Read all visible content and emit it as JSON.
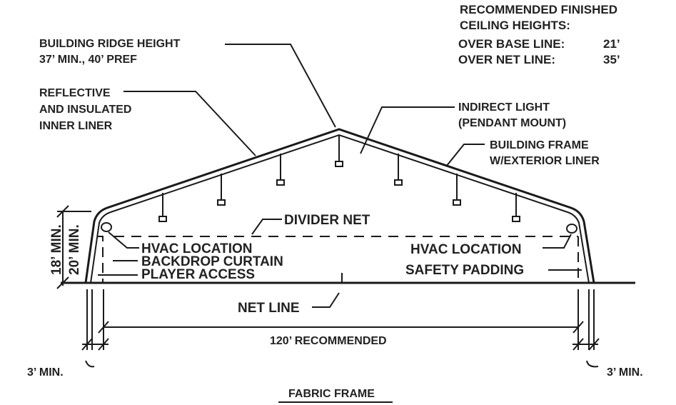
{
  "title": "FABRIC FRAME",
  "ceiling_heights": {
    "heading_line1": "RECOMMENDED FINISHED",
    "heading_line2": "CEILING HEIGHTS:",
    "rows": [
      {
        "label": "OVER BASE LINE:",
        "value": "21’"
      },
      {
        "label": "OVER NET LINE:",
        "value": "35’"
      }
    ]
  },
  "labels": {
    "ridge_height_1": "BUILDING RIDGE HEIGHT",
    "ridge_height_2": "37’ MIN., 40’ PREF",
    "liner_1": "REFLECTIVE",
    "liner_2": "AND INSULATED",
    "liner_3": "INNER LINER",
    "light_1": "INDIRECT LIGHT",
    "light_2": "(PENDANT MOUNT)",
    "frame_1": "BUILDING FRAME",
    "frame_2": "W/EXTERIOR LINER",
    "divider_net": "DIVIDER NET",
    "hvac_left": "HVAC LOCATION",
    "backdrop": "BACKDROP CURTAIN",
    "player_access": "PLAYER ACCESS",
    "hvac_right": "HVAC LOCATION",
    "safety_padding": "SAFETY PADDING",
    "net_line": "NET LINE",
    "width": "120’ RECOMMENDED",
    "min_left": "3’ MIN.",
    "min_right": "3’ MIN.",
    "h18": "18’ MIN.",
    "h20": "20’ MIN."
  }
}
